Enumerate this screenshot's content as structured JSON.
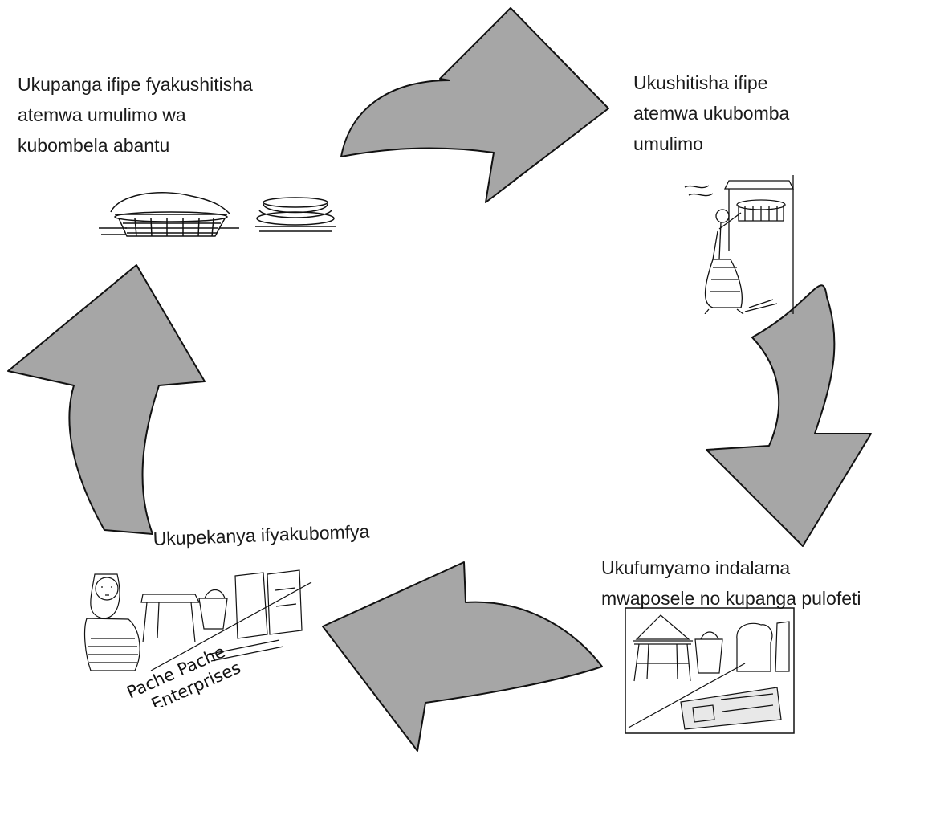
{
  "diagram": {
    "type": "cycle",
    "arrow_color": "#a6a6a6",
    "stroke_color": "#111111",
    "steps": [
      {
        "lines": [
          "Ukupanga ifipe fyakushitisha",
          "atemwa umulimo wa",
          "kubombela abantu"
        ],
        "icon": "baskets-and-plates-sketch"
      },
      {
        "lines": [
          "Ukushitisha ifipe",
          "atemwa ukubomba",
          "umulimo"
        ],
        "icon": "woman-carrying-basket-at-shop-sketch"
      },
      {
        "lines": [
          "Ukufumyamo indalama",
          "mwaposele no kupanga pulofeti"
        ],
        "icon": "market-stall-with-sacks-and-money-sketch"
      },
      {
        "lines": [
          "Ukupekanya ifyakubomfya"
        ],
        "icon": "woman-with-stall-and-sacks-sketch"
      }
    ],
    "stamp": [
      "Pache Pache",
      "Enterprises"
    ]
  }
}
